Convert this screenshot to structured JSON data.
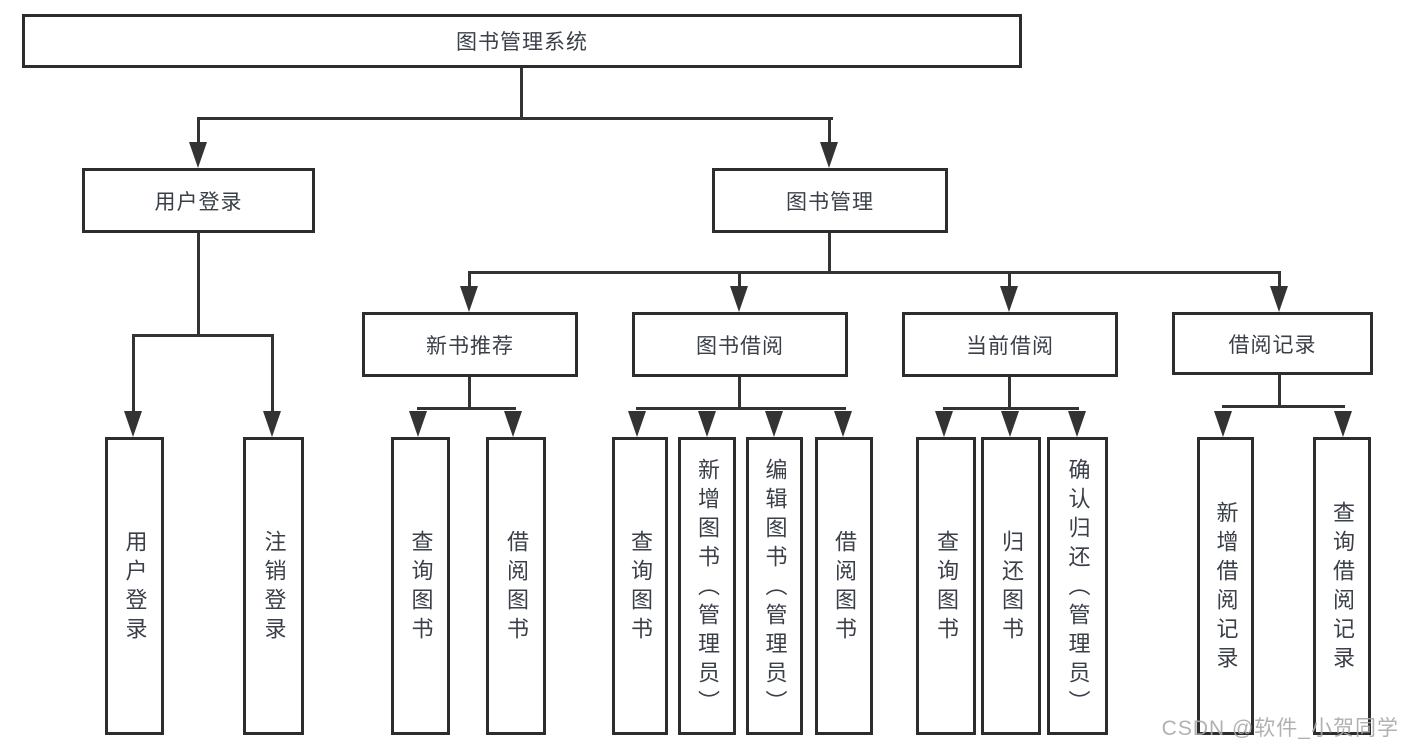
{
  "diagram": {
    "type": "hierarchy-tree",
    "levels": 4,
    "nodes": {
      "root": {
        "label": "图书管理系统"
      },
      "user_login": {
        "label": "用户登录"
      },
      "book_management": {
        "label": "图书管理"
      },
      "new_book_recommend": {
        "label": "新书推荐"
      },
      "book_borrow": {
        "label": "图书借阅"
      },
      "current_borrow": {
        "label": "当前借阅"
      },
      "borrow_records": {
        "label": "借阅记录"
      },
      "leaf_user_login": {
        "label": "用户登录"
      },
      "leaf_logout": {
        "label": "注销登录"
      },
      "leaf_query_book_1": {
        "label": "查询图书"
      },
      "leaf_borrow_book_1": {
        "label": "借阅图书"
      },
      "leaf_query_book_2": {
        "label": "查询图书"
      },
      "leaf_add_book": {
        "label": "新增图书（管理员）"
      },
      "leaf_edit_book": {
        "label": "编辑图书（管理员）"
      },
      "leaf_borrow_book_2": {
        "label": "借阅图书"
      },
      "leaf_query_book_3": {
        "label": "查询图书"
      },
      "leaf_return_book": {
        "label": "归还图书"
      },
      "leaf_confirm_return": {
        "label": "确认归还（管理员）"
      },
      "leaf_add_record": {
        "label": "新增借阅记录"
      },
      "leaf_query_record": {
        "label": "查询借阅记录"
      }
    },
    "edges": [
      [
        "root",
        "user_login"
      ],
      [
        "root",
        "book_management"
      ],
      [
        "user_login",
        "leaf_user_login"
      ],
      [
        "user_login",
        "leaf_logout"
      ],
      [
        "book_management",
        "new_book_recommend"
      ],
      [
        "book_management",
        "book_borrow"
      ],
      [
        "book_management",
        "current_borrow"
      ],
      [
        "book_management",
        "borrow_records"
      ],
      [
        "new_book_recommend",
        "leaf_query_book_1"
      ],
      [
        "new_book_recommend",
        "leaf_borrow_book_1"
      ],
      [
        "book_borrow",
        "leaf_query_book_2"
      ],
      [
        "book_borrow",
        "leaf_add_book"
      ],
      [
        "book_borrow",
        "leaf_edit_book"
      ],
      [
        "book_borrow",
        "leaf_borrow_book_2"
      ],
      [
        "current_borrow",
        "leaf_query_book_3"
      ],
      [
        "current_borrow",
        "leaf_return_book"
      ],
      [
        "current_borrow",
        "leaf_confirm_return"
      ],
      [
        "borrow_records",
        "leaf_add_record"
      ],
      [
        "borrow_records",
        "leaf_query_record"
      ]
    ],
    "colors": {
      "background": "#ffffff",
      "box_border": "#2d2d2d",
      "connector_line": "#333333",
      "text": "#3a3f48"
    }
  },
  "watermark": {
    "text": "CSDN @软件_小贺同学",
    "color": "#a8a8a8"
  }
}
